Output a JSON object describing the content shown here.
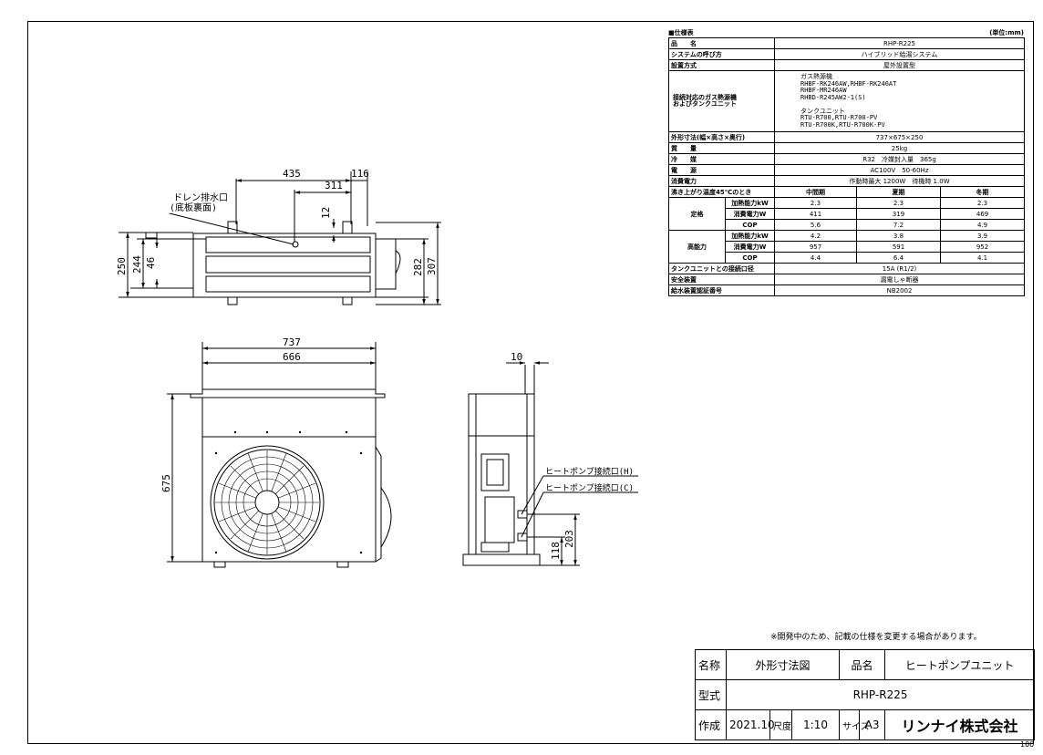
{
  "spec": {
    "caption": "■仕様表",
    "unit": "(単位:mm)",
    "rows": {
      "name_label": "品　　名",
      "name_value": "RHP-R225",
      "system_label": "システムの呼び方",
      "system_value": "ハイブリッド給湯システム",
      "install_label": "設置方式",
      "install_value": "屋外設置型",
      "compat_label": "接続対応のガス熱源機\nおよびタンクユニット",
      "compat_value": "ガス熱源機\nRHBF-RK246AW,RHBF-RK246AT\nRHBF-MR246AW\nRHBD-R245AW2-1(S)\n\nタンクユニット\nRTU-R700,RTU-R700-PV\nRTU-R700K,RTU-R700K-PV",
      "dims_label": "外形寸法(幅×高さ×奥行)",
      "dims_value": "737×675×250",
      "mass_label": "質　　量",
      "mass_value": "25kg",
      "refrig_label": "冷　　媒",
      "refrig_value": "R32　冷媒封入量　365g",
      "power_label": "電　　源",
      "power_value": "AC100V　50-60Hz",
      "consump_label": "消費電力",
      "consump_value": "作動時最大 1200W　待機時 1.0W",
      "cond_label": "沸き上がり温度45℃のとき",
      "seasons": [
        "中間期",
        "夏期",
        "冬期"
      ],
      "group1": "定格",
      "group2": "高能力",
      "sub_heat": "加熱能力kW",
      "sub_power": "消費電力W",
      "sub_cop": "COP",
      "rated": {
        "heat": [
          "2.3",
          "2.3",
          "2.3"
        ],
        "power": [
          "411",
          "319",
          "469"
        ],
        "cop": [
          "5.6",
          "7.2",
          "4.9"
        ]
      },
      "high": {
        "heat": [
          "4.2",
          "3.8",
          "3.9"
        ],
        "power": [
          "957",
          "591",
          "952"
        ],
        "cop": [
          "4.4",
          "6.4",
          "4.1"
        ]
      },
      "conn_label": "タンクユニットとの接続口径",
      "conn_value": "15A (R1/2)",
      "safety_label": "安全装置",
      "safety_value": "漏電しゃ断器",
      "cert_label": "給水装置認証番号",
      "cert_value": "NB2002"
    }
  },
  "note": "※開発中のため、記載の仕様を変更する場合があります。",
  "title_block": {
    "name_label": "名称",
    "name_value": "外形寸法図",
    "product_label": "品名",
    "product_value": "ヒートポンプユニット",
    "model_label": "型式",
    "model_value": "RHP-R225",
    "created_label": "作成",
    "created_value": "2021.10",
    "scale_label": "尺度",
    "scale_value": "1:10",
    "size_label": "サイズ",
    "size_value": "A3",
    "company": "リンナイ株式会社",
    "sheet": "100"
  },
  "drawing": {
    "top": {
      "d435": "435",
      "d116": "116",
      "d311": "311",
      "d12": "12",
      "d250": "250",
      "d244": "244",
      "d46": "46",
      "d282": "282",
      "d307": "307",
      "drain1": "ドレン排水口",
      "drain2": "(底板裏面)"
    },
    "front": {
      "d737": "737",
      "d666": "666",
      "d675": "675"
    },
    "side": {
      "d10": "10",
      "d118": "118",
      "d203": "203",
      "conn_h": "ヒートポンプ接続口(H)",
      "conn_c": "ヒートポンプ接続口(C)"
    }
  }
}
